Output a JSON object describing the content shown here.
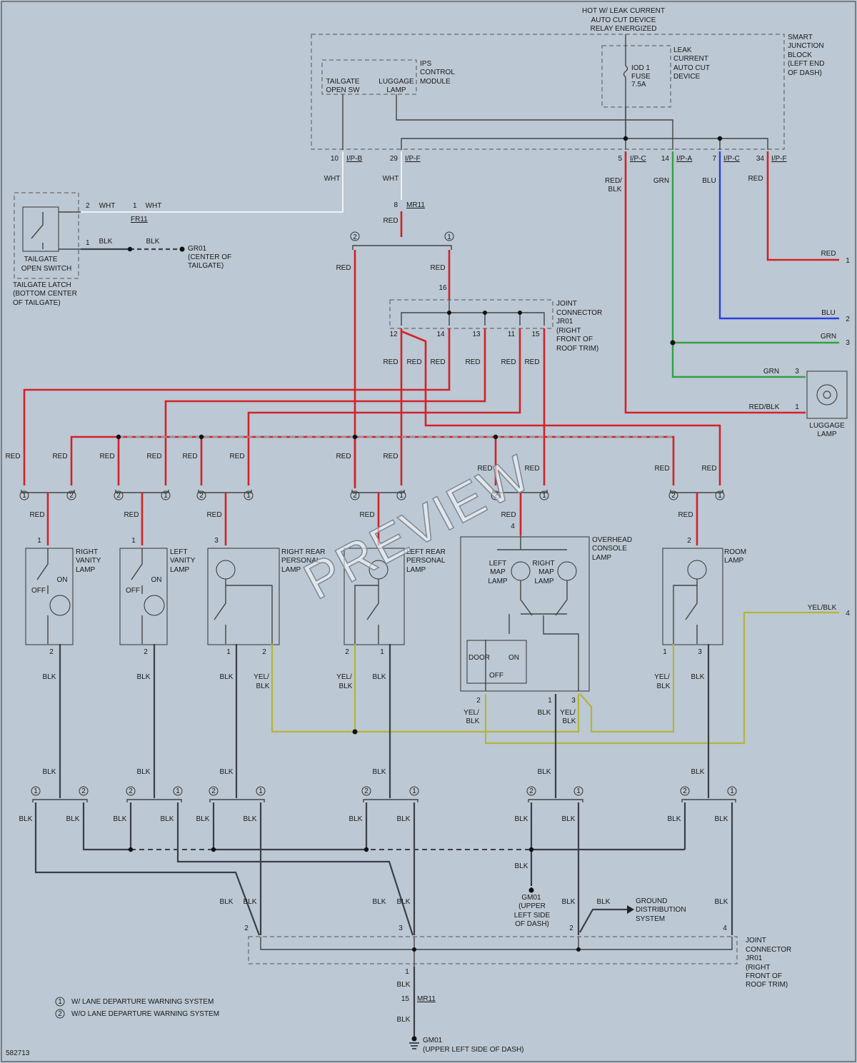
{
  "header": {
    "hot_l1": "HOT W/ LEAK CURRENT",
    "hot_l2": "AUTO CUT DEVICE",
    "hot_l3": "RELAY ENERGIZED"
  },
  "smart_junction": {
    "l1": "SMART",
    "l2": "JUNCTION",
    "l3": "BLOCK",
    "l4": "(LEFT END",
    "l5": "OF DASH)"
  },
  "leak_device": {
    "l1": "LEAK",
    "l2": "CURRENT",
    "l3": "AUTO CUT",
    "l4": "DEVICE"
  },
  "fuse": {
    "l1": "IOD 1",
    "l2": "FUSE",
    "l3": "7.5A"
  },
  "ips_module": {
    "l1": "IPS",
    "l2": "CONTROL",
    "l3": "MODULE"
  },
  "tailgate_open_sw": {
    "l1": "TAILGATE",
    "l2": "OPEN SW"
  },
  "luggage_lamp_in": {
    "l1": "LUGGAGE",
    "l2": "LAMP"
  },
  "connectors": {
    "ipb_pin": "10",
    "ipb": "I/P-B",
    "ipf1_pin": "29",
    "ipf1": "I/P-F",
    "ipc1_pin": "5",
    "ipc1": "I/P-C",
    "ipa_pin": "14",
    "ipa": "I/P-A",
    "ipc2_pin": "7",
    "ipc2": "I/P-C",
    "ipf2_pin": "34",
    "ipf2": "I/P-F",
    "mr11_pin": "8",
    "mr11": "MR11",
    "fr11_pin_a": "2",
    "fr11_pin_b": "1",
    "fr11": "FR11",
    "jr01_pin": "16",
    "jr01_pins": [
      "12",
      "14",
      "13",
      "11",
      "15"
    ],
    "mr11b_pin_top": "1",
    "mr11b_pin": "15",
    "mr11b": "MR11"
  },
  "wires": {
    "wht": "WHT",
    "red": "RED",
    "red_blk": "RED/",
    "red_blk_2": "BLK",
    "red_blk_full": "RED/BLK",
    "grn": "GRN",
    "blu": "BLU",
    "blk": "BLK",
    "yel": "YEL/",
    "yel_2": "BLK",
    "yel_blk": "YEL/BLK"
  },
  "tailgate": {
    "switch_l1": "TAILGATE",
    "switch_l2": "OPEN SWITCH",
    "latch_l1": "TAILGATE LATCH",
    "latch_l2": "(BOTTOM CENTER",
    "latch_l3": "OF TAILGATE)",
    "gr01_l1": "GR01",
    "gr01_l2": "(CENTER OF",
    "gr01_l3": "TAILGATE)"
  },
  "jr01_top": {
    "l1": "JOINT",
    "l2": "CONNECTOR",
    "l3": "JR01",
    "l4": "(RIGHT",
    "l5": "FRONT OF",
    "l6": "ROOF TRIM)"
  },
  "jr01_bottom": {
    "l1": "JOINT",
    "l2": "CONNECTOR",
    "l3": "JR01",
    "l4": "(RIGHT",
    "l5": "FRONT OF",
    "l6": "ROOF TRIM)"
  },
  "lamps": {
    "rv_l1": "RIGHT",
    "rv_l2": "VANITY",
    "rv_l3": "LAMP",
    "lv_l1": "LEFT",
    "lv_l2": "VANITY",
    "lv_l3": "LAMP",
    "rrp_l1": "RIGHT REAR",
    "rrp_l2": "PERSONAL",
    "rrp_l3": "LAMP",
    "lrp_l1": "LEFT REAR",
    "lrp_l2": "PERSONAL",
    "lrp_l3": "LAMP",
    "oh_l1": "OVERHEAD",
    "oh_l2": "CONSOLE",
    "oh_l3": "LAMP",
    "lm_l1": "LEFT",
    "lm_l2": "MAP",
    "lm_l3": "LAMP",
    "rm_l1": "RIGHT",
    "rm_l2": "MAP",
    "rm_l3": "LAMP",
    "room_l1": "ROOM",
    "room_l2": "LAMP",
    "lug_l1": "LUGGAGE",
    "lug_l2": "LAMP",
    "on": "ON",
    "off": "OFF",
    "door": "DOOR"
  },
  "outputs": [
    "1",
    "2",
    "3",
    "4"
  ],
  "ground": {
    "gm01a_l1": "GM01",
    "gm01a_l2": "(UPPER",
    "gm01a_l3": "LEFT SIDE",
    "gm01a_l4": "OF DASH)",
    "gds_l1": "GROUND",
    "gds_l2": "DISTRIBUTION",
    "gds_l3": "SYSTEM",
    "gm01b_l1": "GM01",
    "gm01b_l2": "(UPPER LEFT SIDE OF DASH)"
  },
  "legend": {
    "n1": "1",
    "t1": "W/ LANE DEPARTURE WARNING SYSTEM",
    "n2": "2",
    "t2": "W/O LANE DEPARTURE WARNING SYSTEM"
  },
  "figure_id": "582713",
  "watermark": "PREVIEW"
}
